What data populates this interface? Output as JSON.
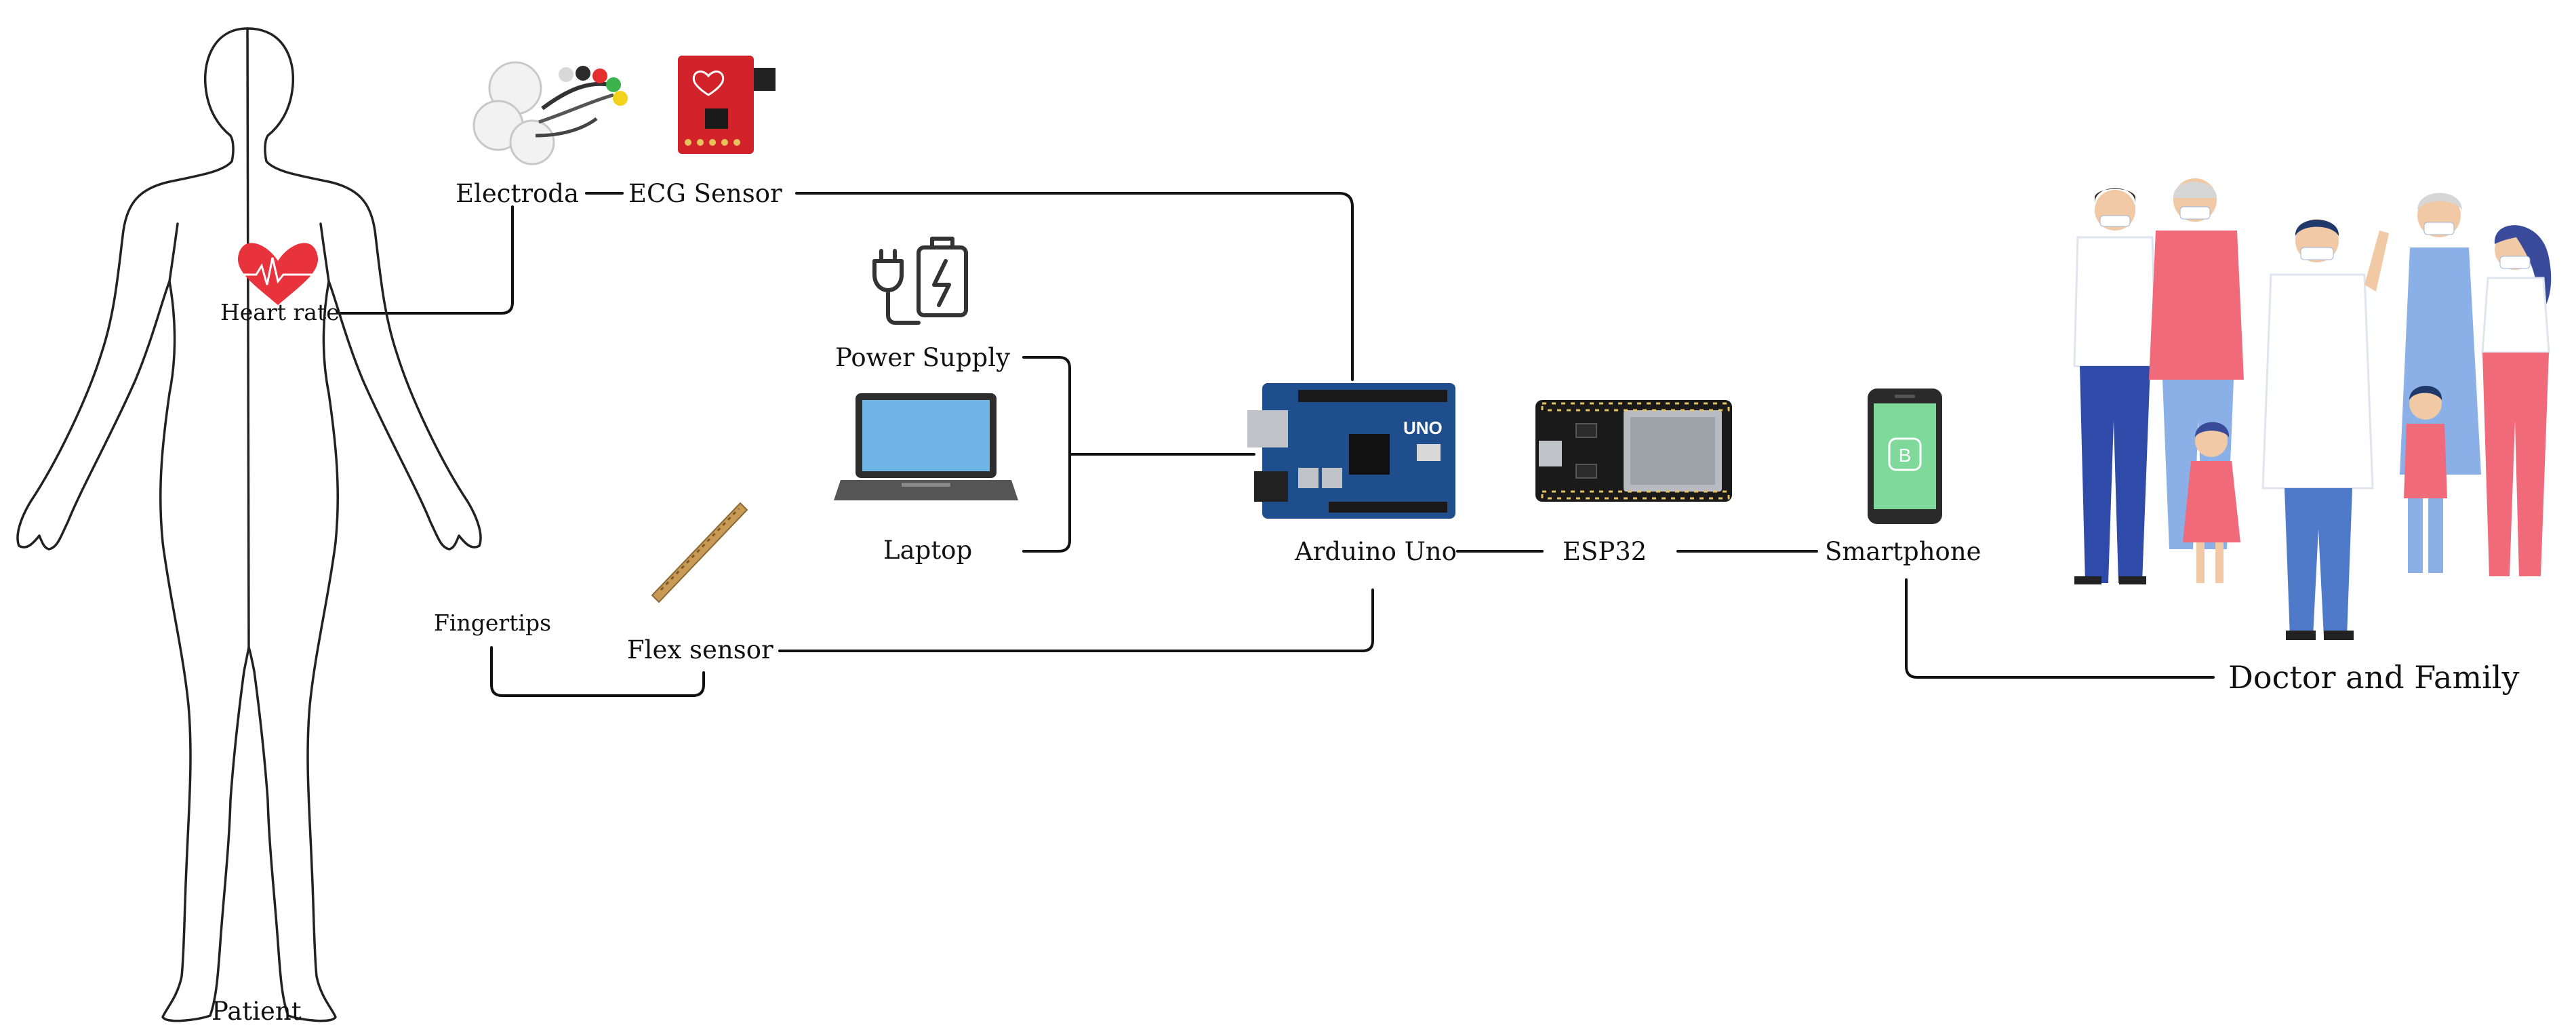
{
  "labels": {
    "patient": "Patient",
    "heart_rate": "Heart rate",
    "electroda": "Electroda",
    "ecg_sensor": "ECG Sensor",
    "power_supply": "Power Supply",
    "laptop": "Laptop",
    "arduino_uno": "Arduino Uno",
    "esp32": "ESP32",
    "smartphone": "Smartphone",
    "fingertips": "Fingertips",
    "flex_sensor": "Flex sensor",
    "doctor_and_family": "Doctor and Family"
  },
  "device_marks": {
    "arduino_board": "UNO",
    "phone_app": "B"
  },
  "colors": {
    "line": "#111111",
    "heart": "#e8323c",
    "arduino": "#1f4e8c",
    "esp32": "#1a1a1a",
    "phone_screen": "#7ed99a",
    "ecg_board": "#d2232a",
    "laptop_screen": "#6fb6e6"
  }
}
